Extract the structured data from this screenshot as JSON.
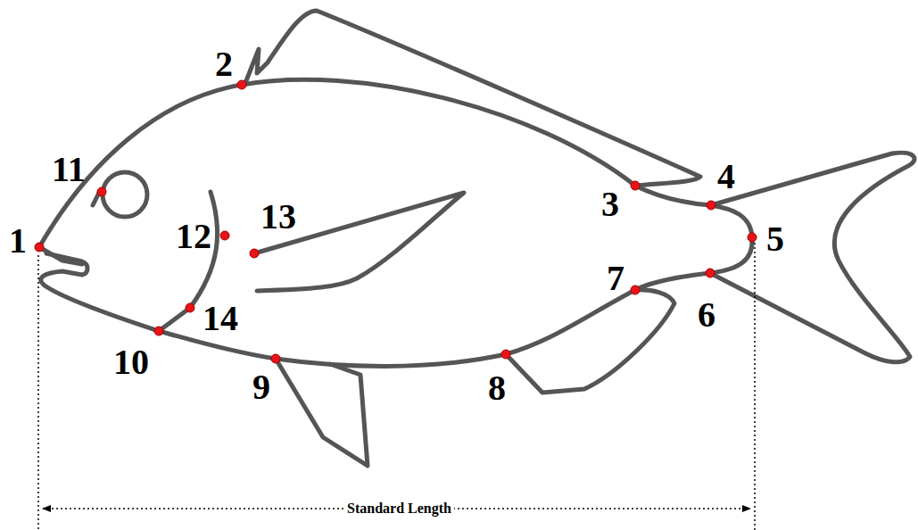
{
  "diagram": {
    "labels": [
      "1",
      "2",
      "3",
      "4",
      "5",
      "6",
      "7",
      "8",
      "9",
      "10",
      "11",
      "12",
      "13",
      "14",
      "Standard Length"
    ]
  }
}
